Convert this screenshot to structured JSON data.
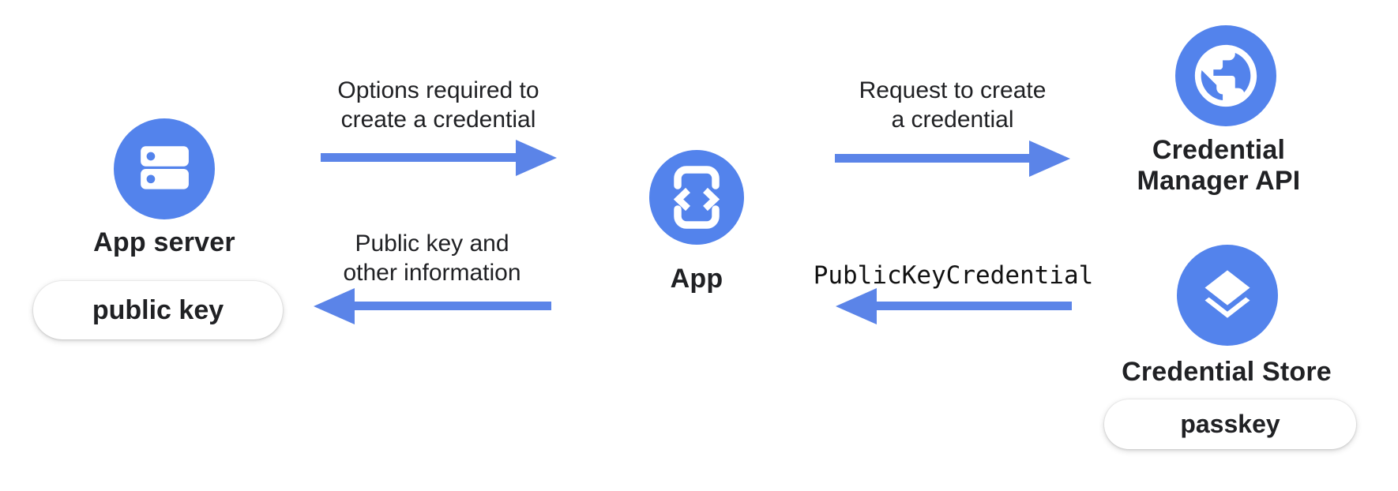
{
  "colors": {
    "background": "#ffffff",
    "node_blue": "#5383EC",
    "arrow_blue": "#5B84E8",
    "label_text": "#202124",
    "pill_background": "#ffffff"
  },
  "nodes": {
    "app_server": {
      "label": "App server",
      "icon": "server-icon",
      "badge": "public key"
    },
    "app": {
      "label": "App",
      "icon": "phone-code-icon"
    },
    "credential_manager_api": {
      "label_line1": "Credential",
      "label_line2": "Manager API",
      "icon": "globe-icon"
    },
    "credential_store": {
      "label": "Credential Store",
      "icon": "layers-icon",
      "badge": "passkey"
    }
  },
  "arrows": {
    "options": {
      "direction": "right",
      "label_line1": "Options required to",
      "label_line2": "create a credential"
    },
    "public_key_info": {
      "direction": "left",
      "label_line1": "Public key and",
      "label_line2": "other information"
    },
    "request_create": {
      "direction": "right",
      "label_line1": "Request to create",
      "label_line2": "a credential"
    },
    "public_key_credential": {
      "direction": "left",
      "label": "PublicKeyCredential"
    }
  }
}
